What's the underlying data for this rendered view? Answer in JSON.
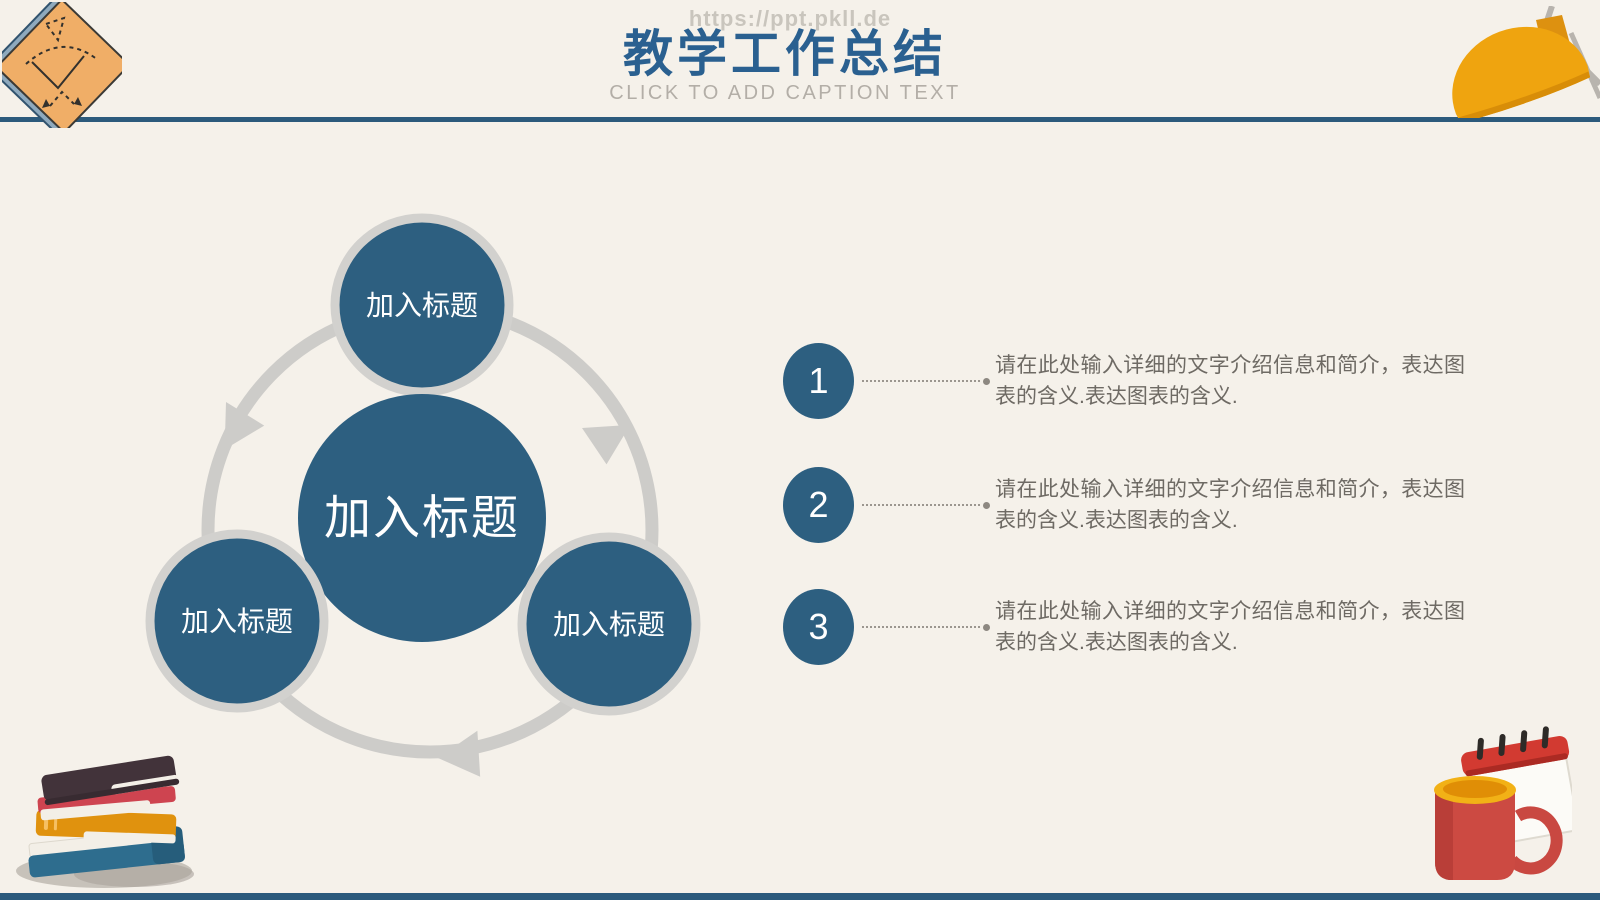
{
  "watermark": "https://ppt.pkll.de",
  "header": {
    "title": "教学工作总结",
    "subtitle": "CLICK TO ADD CAPTION TEXT"
  },
  "diagram": {
    "center_label": "加入标题",
    "nodes": [
      {
        "label": "加入标题",
        "position": "top"
      },
      {
        "label": "加入标题",
        "position": "bottom-left"
      },
      {
        "label": "加入标题",
        "position": "bottom-right"
      }
    ],
    "flow_direction": "clockwise"
  },
  "items": [
    {
      "number": "1",
      "text": "请在此处输入详细的文字介绍信息和简介，表达图表的含义.表达图表的含义."
    },
    {
      "number": "2",
      "text": "请在此处输入详细的文字介绍信息和简介，表达图表的含义.表达图表的含义."
    },
    {
      "number": "3",
      "text": "请在此处输入详细的文字介绍信息和简介，表达图表的含义.表达图表的含义."
    }
  ],
  "decorations": {
    "top_left": "set-square-doodle",
    "top_right": "desk-lamp",
    "bottom_left": "book-stack",
    "bottom_right": "mug-and-calendar"
  },
  "colors": {
    "background": "#f5f1ea",
    "accent_blue": "#2d5f80",
    "title_blue": "#2a6090",
    "rule_blue": "#2c5a7c",
    "ring_gray": "#cdccc9",
    "body_text_gray": "#6e6a64",
    "subtitle_gray": "#b3aea7",
    "watermark_gray": "#c9c5bd"
  }
}
